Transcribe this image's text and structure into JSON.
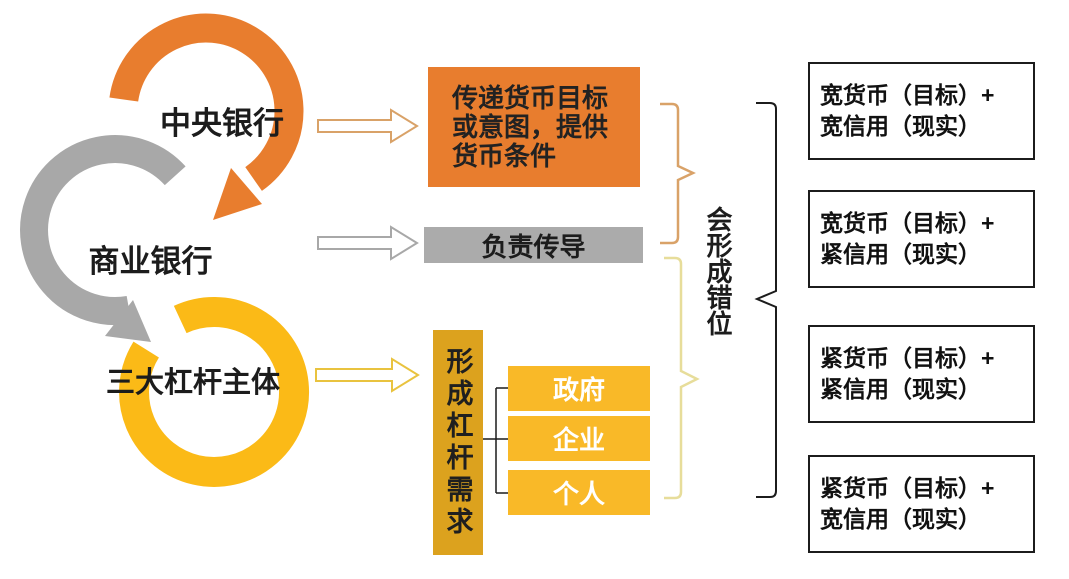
{
  "cycle": {
    "nodes": [
      {
        "label": "中央银行"
      },
      {
        "label": "商业银行"
      },
      {
        "label": "三大杠杆主体"
      }
    ]
  },
  "flow": {
    "central_bank_box": {
      "lines": [
        "传递货币目标",
        "或意图，提供",
        "货币条件"
      ]
    },
    "commercial_bank_box": {
      "label": "负责传导"
    },
    "leverage_box": {
      "label": "形成杠杆需求"
    },
    "entities": [
      {
        "label": "政府"
      },
      {
        "label": "企业"
      },
      {
        "label": "个人"
      }
    ]
  },
  "mismatch": {
    "label": "会形成错位"
  },
  "outcomes": [
    {
      "lines": [
        "宽货币（目标）+",
        "宽信用（现实）"
      ]
    },
    {
      "lines": [
        "宽货币（目标）+",
        "紧信用（现实）"
      ]
    },
    {
      "lines": [
        "紧货币（目标）+",
        "紧信用（现实）"
      ]
    },
    {
      "lines": [
        "紧货币（目标）+",
        "宽信用（现实）"
      ]
    }
  ],
  "colors": {
    "orange": "#E87D2E",
    "gray_arrow": "#A8A8A8",
    "gray_box": "#ABABAB",
    "yellow": "#FBBA17",
    "gold_box": "#DCA21E",
    "entity_yellow": "#F9B928",
    "tan_accent": "#D9A268",
    "pale_yellow_accent": "#E7DD9A",
    "black_accent": "#1C1C1C",
    "entity_text": "#FFFFFF"
  }
}
